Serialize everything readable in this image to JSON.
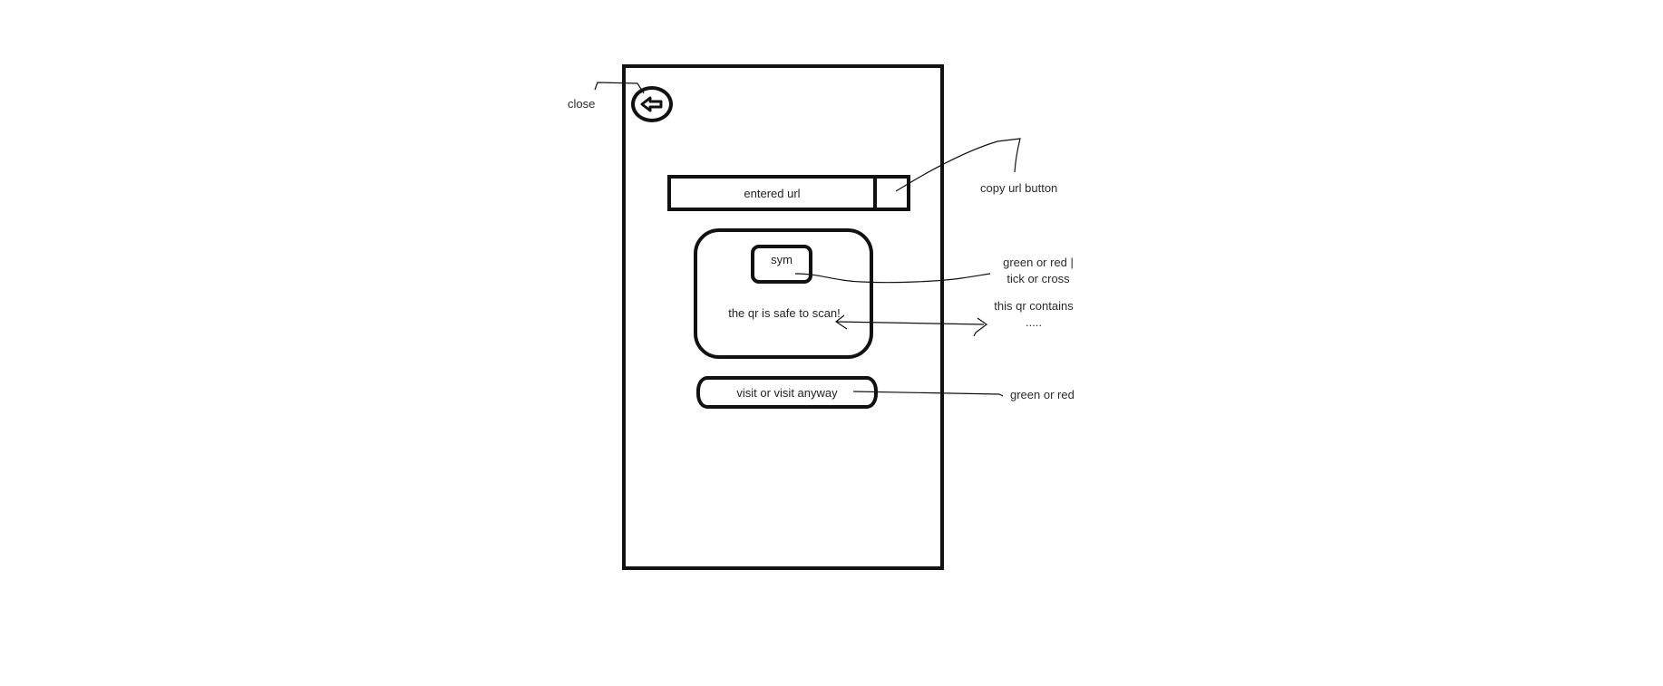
{
  "screen": {
    "close_annotation": "close",
    "url_bar": {
      "value": "entered url"
    },
    "result_card": {
      "symbol_label": "sym",
      "message": "the qr is safe to scan!"
    },
    "visit_button_label": "visit or visit anyway"
  },
  "annotations": {
    "copy_url": "copy url button",
    "symbol_note_line1": "green or red |",
    "symbol_note_line2": "tick or cross",
    "message_note_line1": "this qr contains",
    "message_note_line2": ".....",
    "visit_note": "green or red"
  },
  "icons": {
    "close": "arrow-left-icon"
  },
  "colors": {
    "stroke": "#111111",
    "background": "#ffffff"
  }
}
